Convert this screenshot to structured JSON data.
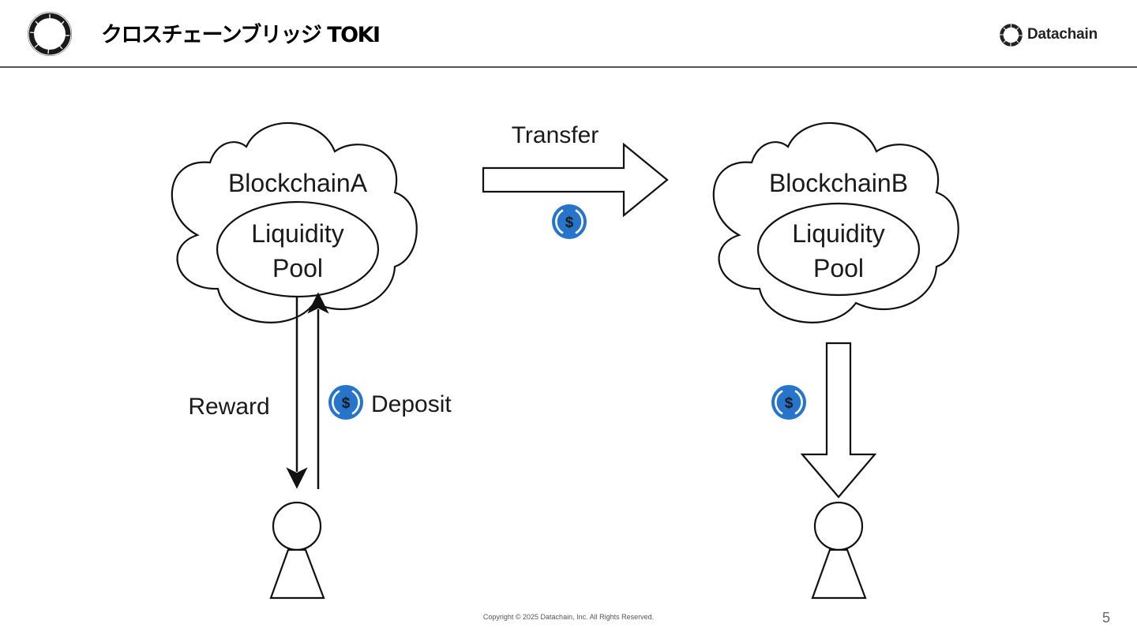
{
  "header": {
    "title": "クロスチェーンブリッジ TOKI",
    "brand_name": "Datachain"
  },
  "diagram": {
    "chain_a": {
      "label": "BlockchainA",
      "pool_line1": "Liquidity",
      "pool_line2": "Pool"
    },
    "chain_b": {
      "label": "BlockchainB",
      "pool_line1": "Liquidity",
      "pool_line2": "Pool"
    },
    "transfer_label": "Transfer",
    "reward_label": "Reward",
    "deposit_label": "Deposit",
    "token_icon": "usdc-coin-icon",
    "token_color": "#2775CA"
  },
  "footer": {
    "copyright": "Copyright © 2025 Datachain, Inc.  All Rights Reserved.",
    "page_number": "5"
  }
}
